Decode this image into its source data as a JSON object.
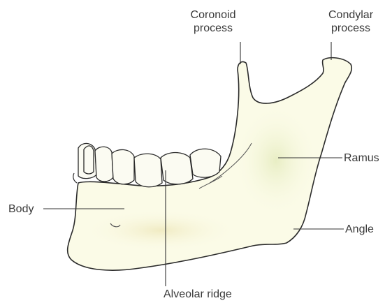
{
  "labels": {
    "coronoid": [
      "Coronoid",
      "process"
    ],
    "condylar": [
      "Condylar",
      "process"
    ],
    "ramus": "Ramus",
    "body": "Body",
    "angle": "Angle",
    "alveolar": "Alveolar ridge"
  },
  "colors": {
    "bone_fill": "#fbfbe7",
    "bone_shade": "#eef2cf",
    "outline": "#2b2b2b",
    "leader": "#333333"
  }
}
